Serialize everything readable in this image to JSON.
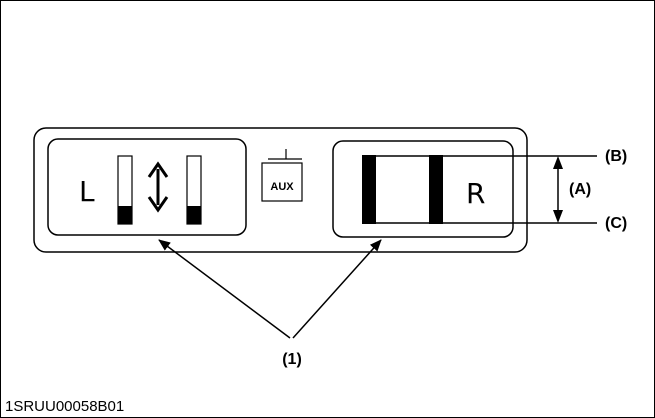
{
  "diagram": {
    "panel_left_letter": "L",
    "panel_right_letter": "R",
    "aux_label": "AUX",
    "callout_a": "(A)",
    "callout_b": "(B)",
    "callout_c": "(C)",
    "callout_1": "(1)"
  },
  "figure_code": "1SRUU00058B01"
}
